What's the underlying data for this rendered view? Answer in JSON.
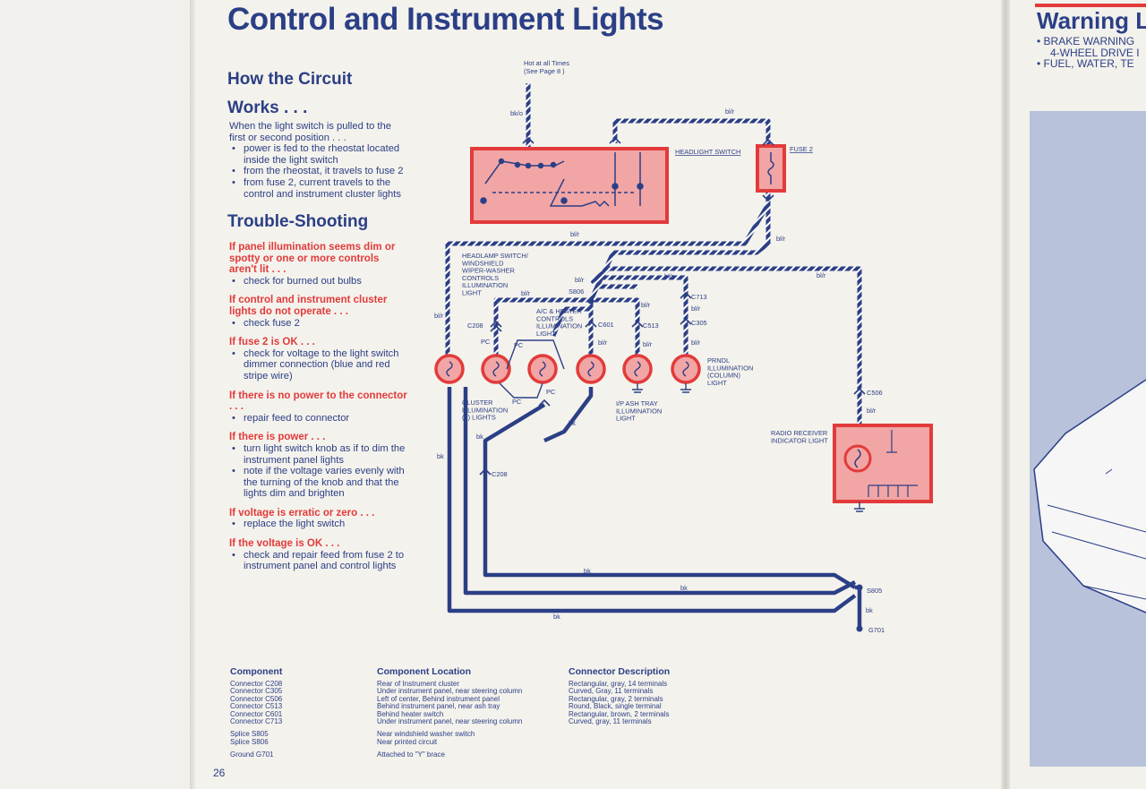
{
  "title": "Control and Instrument Lights",
  "how_it_works": {
    "heading_line1": "How the Circuit",
    "heading_line2": "Works . . .",
    "intro": "When the light switch is pulled to the first or second position . . .",
    "bullets": [
      "power is fed to the rheostat located inside the light switch",
      "from the rheostat, it travels to fuse 2",
      "from fuse 2, current travels to the control and instrument cluster lights"
    ]
  },
  "trouble": {
    "heading": "Trouble-Shooting",
    "sections": [
      {
        "condition": "If panel illumination seems dim or spotty or one or more controls aren't lit . . .",
        "actions": [
          "check for burned out bulbs"
        ]
      },
      {
        "condition": "If control and instrument cluster lights do not operate . . .",
        "actions": [
          "check fuse 2"
        ]
      },
      {
        "condition": "If fuse 2 is OK . . .",
        "actions": [
          "check for voltage to the light switch dimmer connection (blue and red stripe wire)"
        ]
      },
      {
        "condition": "If there is no power to the connector . . .",
        "actions": [
          "repair feed to connector"
        ]
      },
      {
        "condition": "If there is power . . .",
        "actions": [
          "turn light switch knob as if to dim the instrument panel lights",
          "note if the voltage varies evenly with the turning of the knob and that the lights dim and brighten"
        ]
      },
      {
        "condition": "If voltage is erratic or zero . . .",
        "actions": [
          "replace the light switch"
        ]
      },
      {
        "condition": "If the voltage is OK . . .",
        "actions": [
          "check and repair feed from fuse 2 to instrument panel and control lights"
        ]
      }
    ]
  },
  "diagram": {
    "hot_label_1": "Hot at all Times",
    "hot_label_2": "(See Page 8 )",
    "headlight_switch": "HEADLIGHT SWITCH",
    "fuse": "FUSE 2",
    "headlamp_switch_lines": [
      "HEADLAMP SWITCH/",
      "WINDSHIELD",
      "WIPER-WASHER",
      "CONTROLS",
      "ILLUMINATION",
      "LIGHT"
    ],
    "ac_heater_lines": [
      "A/C & HEATER",
      "CONTROLS",
      "ILLUMINATION",
      "LIGHT"
    ],
    "cluster_lines": [
      "CLUSTER",
      "ILLUMINATION",
      "(2) LIGHTS"
    ],
    "ip_ash_lines": [
      "I/P ASH TRAY",
      "ILLUMINATION",
      "LIGHT"
    ],
    "prndl_lines": [
      "PRNDL",
      "ILLUMINATION",
      "(COLUMN)",
      "LIGHT"
    ],
    "radio_lines": [
      "RADIO RECEIVER",
      "INDICATOR LIGHT"
    ],
    "wire_bko": "bk/o",
    "wire_blr": "bl/r",
    "wire_bk": "bk",
    "wire_pc": "PC",
    "connectors": {
      "s806": "S806",
      "c208": "C208",
      "c601": "C601",
      "c513": "C513",
      "c713": "C713",
      "c305": "C305",
      "c506": "C506",
      "s805": "S805",
      "g701": "G701"
    }
  },
  "table": {
    "headers": [
      "Component",
      "Component Location",
      "Connector Description"
    ],
    "rows": [
      [
        "Connector C208",
        "Rear of Instrument cluster",
        "Rectangular, gray, 14 terminals"
      ],
      [
        "Connector C305",
        "Under instrument panel, near steering column",
        "Curved, Gray, 11 terminals"
      ],
      [
        "Connector C506",
        "Left of center, Behind instrument panel",
        "Rectangular, gray, 2 terminals"
      ],
      [
        "Connector C513",
        "Behind instrument panel, near ash tray",
        "Round, Black, single terminal"
      ],
      [
        "Connector C601",
        "Behind heater switch",
        "Rectangular, brown, 2 terminals"
      ],
      [
        "Connector C713",
        "Under instrument panel, near steering column",
        "Curved, gray, 11 terminals"
      ]
    ],
    "splices": [
      [
        "Splice S805",
        "Near windshield washer switch"
      ],
      [
        "Splice S806",
        "Near printed circuit"
      ]
    ],
    "ground": [
      "Ground G701",
      "Attached to \"Y\" brace"
    ]
  },
  "page_number": "26",
  "right_page": {
    "title": "Warning L",
    "items": [
      "BRAKE WARNING",
      "4-WHEEL DRIVE I",
      "FUEL, WATER, TE"
    ]
  },
  "colors": {
    "navy": "#2b3f86",
    "red": "#e23b3b",
    "pink": "#f2a5a5"
  }
}
